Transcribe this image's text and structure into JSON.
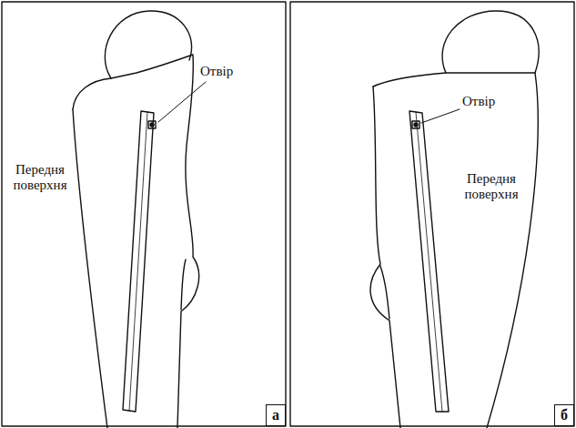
{
  "diagram": {
    "nodes": [
      {
        "text": [
          "а"
        ]
      },
      {
        "text": [
          "б"
        ]
      }
    ],
    "labels": [
      "Отвір",
      "Передня поверхня",
      "Отвір",
      "Передня поверхня"
    ]
  }
}
